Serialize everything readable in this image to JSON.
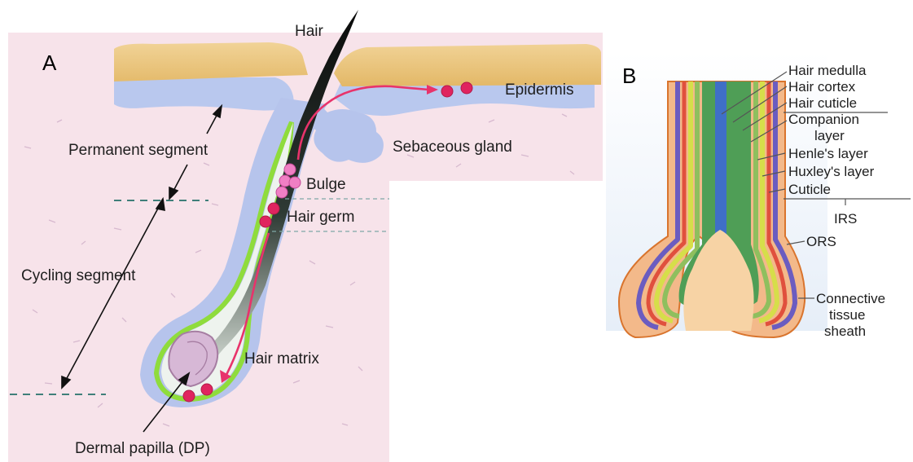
{
  "panel_a": {
    "panel_letter": "A",
    "labels": {
      "hair": "Hair",
      "epidermis": "Epidermis",
      "sebaceous_gland": "Sebaceous gland",
      "permanent_segment": "Permanent segment",
      "bulge": "Bulge",
      "hair_germ": "Hair germ",
      "cycling_segment": "Cycling segment",
      "hair_matrix": "Hair matrix",
      "dermal_papilla": "Dermal papilla (DP)"
    }
  },
  "panel_b": {
    "panel_letter": "B",
    "labels": {
      "hair_medulla": "Hair medulla",
      "hair_cortex": "Hair cortex",
      "hair_cuticle": "Hair cuticle",
      "companion_line1": "Companion",
      "companion_line2": "layer",
      "henles_layer": "Henle's layer",
      "huxleys_layer": "Huxley's layer",
      "cuticle": "Cuticle",
      "irs": "IRS",
      "ors": "ORS",
      "cts_line1": "Connective",
      "cts_line2": "tissue",
      "cts_line3": "sheath"
    }
  },
  "colors": {
    "dermis": "#f7e3ea",
    "epidermis_tan": "#ecc57f",
    "epidermis_blue": "#b9c8ee",
    "follicle_blue": "#b6c4ec",
    "green_layer": "#8fdc3c",
    "stem_cell_arrow": "#e8336b",
    "stem_cells": "#e0245f",
    "bulge_cells": "#f07fc4",
    "dashed_line": "#3f7f7a",
    "ors_orange": "#f3b98a",
    "ors_outline": "#d9742d"
  }
}
